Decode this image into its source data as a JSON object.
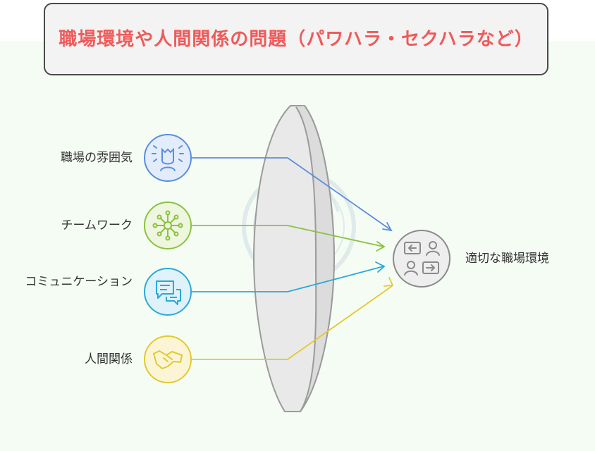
{
  "title": "職場環境や人間関係の問題（パワハラ・セクハラなど）",
  "inputs": [
    {
      "label": "職場の雰囲気",
      "icon": "person-radiating-icon",
      "color": "#5b8de0",
      "fill": "#e3ecfa"
    },
    {
      "label": "チームワーク",
      "icon": "network-hub-icon",
      "color": "#8cc13f",
      "fill": "#eef6df"
    },
    {
      "label": "コミュニケーション",
      "icon": "chat-bubbles-icon",
      "color": "#29a9d8",
      "fill": "#dff2fa"
    },
    {
      "label": "人間関係",
      "icon": "handshake-icon",
      "color": "#e3c92e",
      "fill": "#fbf5d6"
    }
  ],
  "output": {
    "label": "適切な職場環境",
    "icon": "people-exchange-icon",
    "color": "#8a8a8a",
    "fill": "#eeeeee"
  }
}
